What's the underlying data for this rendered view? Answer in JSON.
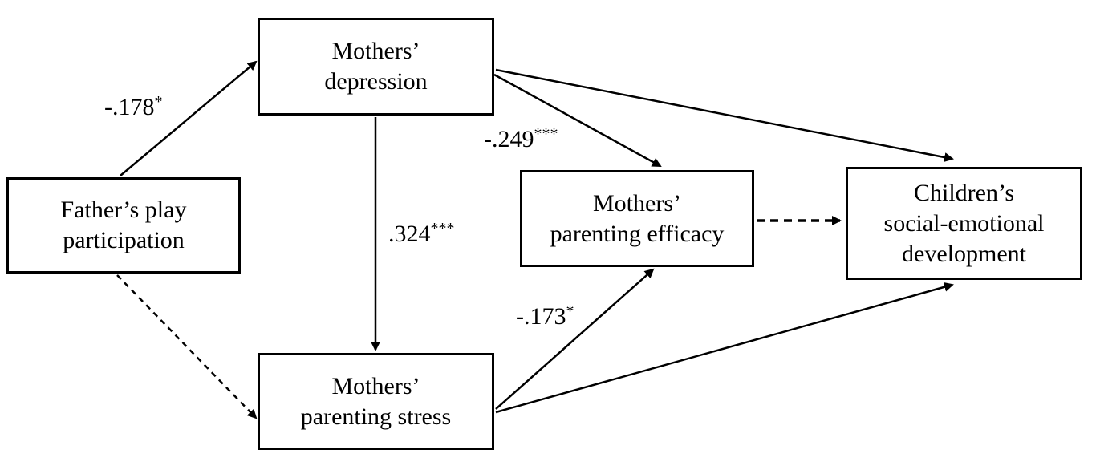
{
  "nodes": {
    "father": {
      "lines": [
        "Father’s play",
        "participation"
      ]
    },
    "depression": {
      "lines": [
        "Mothers’",
        "depression"
      ]
    },
    "stress": {
      "lines": [
        "Mothers’",
        "parenting stress"
      ]
    },
    "efficacy": {
      "lines": [
        "Mothers’",
        "parenting efficacy"
      ]
    },
    "children": {
      "lines": [
        "Children’s",
        "social-emotional",
        "development"
      ]
    }
  },
  "edges": [
    {
      "from": "father",
      "to": "depression",
      "style": "solid",
      "coefficient": "-.178",
      "significance": "*"
    },
    {
      "from": "father",
      "to": "stress",
      "style": "dashed"
    },
    {
      "from": "depression",
      "to": "stress",
      "style": "solid",
      "coefficient": ".324",
      "significance": "***"
    },
    {
      "from": "depression",
      "to": "efficacy",
      "style": "solid",
      "coefficient": "-.249",
      "significance": "***"
    },
    {
      "from": "depression",
      "to": "children",
      "style": "solid"
    },
    {
      "from": "stress",
      "to": "efficacy",
      "style": "solid",
      "coefficient": "-.173",
      "significance": "*"
    },
    {
      "from": "stress",
      "to": "children",
      "style": "solid"
    },
    {
      "from": "efficacy",
      "to": "children",
      "style": "dashed"
    }
  ],
  "colors": {
    "line": "#000000",
    "box_border": "#000000",
    "background": "#ffffff"
  }
}
